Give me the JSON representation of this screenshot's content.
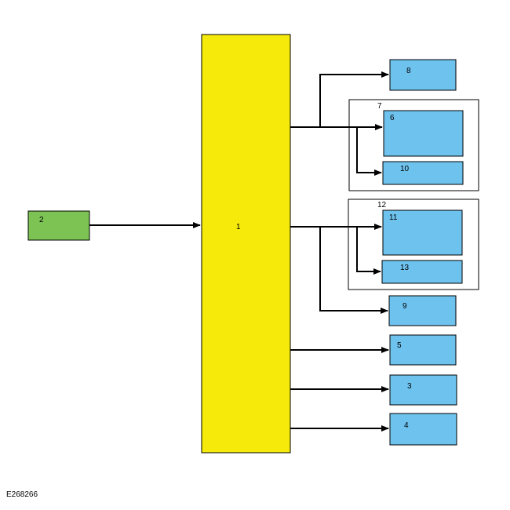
{
  "colors": {
    "controller": "#f5ea0a",
    "source": "#7cc354",
    "module": "#6ec2ee",
    "line": "#000000",
    "group_border": "#000000"
  },
  "blocks": {
    "b1": "1",
    "b2": "2",
    "b3": "3",
    "b4": "4",
    "b5": "5",
    "b6": "6",
    "b8": "8",
    "b9": "9",
    "b10": "10",
    "b11": "11",
    "b13": "13"
  },
  "groups": {
    "g7": "7",
    "g12": "12"
  },
  "footer": {
    "reference": "E268266"
  }
}
